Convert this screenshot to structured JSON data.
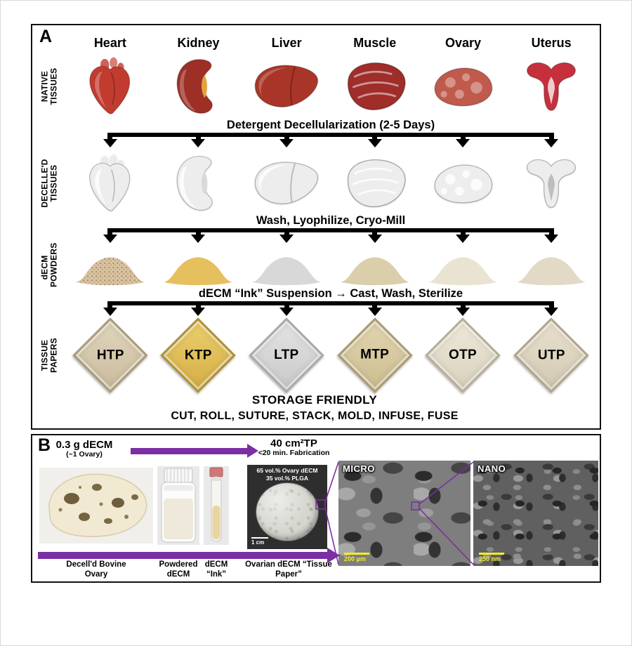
{
  "panelA": {
    "label": "A",
    "organs": [
      "Heart",
      "Kidney",
      "Liver",
      "Muscle",
      "Ovary",
      "Uterus"
    ],
    "row_labels": {
      "native": "NATIVE TISSUES",
      "decelled": "DECELLE'D TISSUES",
      "powders": "dECM POWDERS",
      "papers": "TISSUE PAPERS"
    },
    "steps": {
      "decellularization": "Detergent  Decellularization (2-5 Days)",
      "powdering": "Wash, Lyophilize, Cryo-Mill",
      "casting": "dECM “Ink” Suspension → Cast, Wash, Sterilize"
    },
    "paper_codes": [
      "HTP",
      "KTP",
      "LTP",
      "MTP",
      "OTP",
      "UTP"
    ],
    "storage_note": "STORAGE FRIENDLY",
    "handling_note": "CUT, ROLL, SUTURE, STACK, MOLD, INFUSE, FUSE"
  },
  "panelB": {
    "label": "B",
    "input": {
      "amount": "0.3 g dECM",
      "note": "(~1 Ovary)"
    },
    "output": {
      "amount": "40 cm²TP",
      "note": "<20 min. Fabrication"
    },
    "disc": {
      "composition_line1": "65 vol.% Ovary dECM",
      "composition_line2": "35 vol.% PLGA",
      "scale": "1 cm"
    },
    "micro": {
      "label": "MICRO",
      "scale": "200 µm"
    },
    "nano": {
      "label": "NANO",
      "scale": "250 nm"
    },
    "captions": [
      "Decell'd Bovine Ovary",
      "Powdered dECM",
      "dECM “Ink”",
      "Ovarian dECM “Tissue Paper”"
    ]
  },
  "colors": {
    "accent_purple": "#7b2fa3",
    "scale_bar_yellow": "#f3ec2a",
    "panel_border": "#111111",
    "paper_tints": {
      "HTP": "#d6c9af",
      "KTP": "#e5c35c",
      "LTP": "#dadada",
      "MTP": "#dbcfa8",
      "OTP": "#eae4d4",
      "UTP": "#e4dccb"
    }
  }
}
